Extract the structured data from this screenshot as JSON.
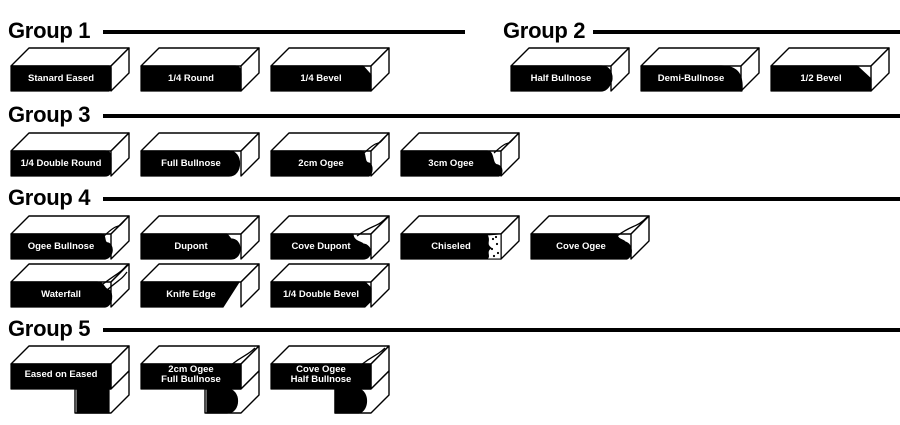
{
  "groups": [
    {
      "title": "Group 1",
      "profiles": [
        {
          "label": "Stanard Eased",
          "shape": "eased"
        },
        {
          "label": "1/4 Round",
          "shape": "round"
        },
        {
          "label": "1/4 Bevel",
          "shape": "bevel"
        }
      ]
    },
    {
      "title": "Group 2",
      "profiles": [
        {
          "label": "Half Bullnose",
          "shape": "half-bullnose"
        },
        {
          "label": "Demi-Bullnose",
          "shape": "demi-bullnose"
        },
        {
          "label": "1/2 Bevel",
          "shape": "half-bevel"
        }
      ]
    },
    {
      "title": "Group 3",
      "profiles": [
        {
          "label": "1/4 Double Round",
          "shape": "double-round"
        },
        {
          "label": "Full Bullnose",
          "shape": "full-bullnose"
        },
        {
          "label": "2cm Ogee",
          "shape": "ogee"
        },
        {
          "label": "3cm Ogee",
          "shape": "ogee-3cm"
        }
      ]
    },
    {
      "title": "Group 4",
      "profiles": [
        {
          "label": "Ogee Bullnose",
          "shape": "ogee-bullnose"
        },
        {
          "label": "Dupont",
          "shape": "dupont"
        },
        {
          "label": "Cove Dupont",
          "shape": "cove-dupont"
        },
        {
          "label": "Chiseled",
          "shape": "chiseled"
        },
        {
          "label": "Cove Ogee",
          "shape": "cove-ogee"
        },
        {
          "label": "Waterfall",
          "shape": "waterfall"
        },
        {
          "label": "Knife Edge",
          "shape": "knife-edge"
        },
        {
          "label": "1/4 Double Bevel",
          "shape": "double-bevel"
        }
      ]
    },
    {
      "title": "Group 5",
      "profiles": [
        {
          "label": "Eased on Eased",
          "shape": "eased-on-eased"
        },
        {
          "label": "2cm Ogee\nFull Bullnose",
          "shape": "ogee-full-bullnose"
        },
        {
          "label": "Cove Ogee\nHalf Bullnose",
          "shape": "cove-ogee-half-bullnose"
        }
      ]
    }
  ],
  "colors": {
    "ink": "#000000",
    "face": "#ffffff",
    "label_text": "#ffffff"
  }
}
